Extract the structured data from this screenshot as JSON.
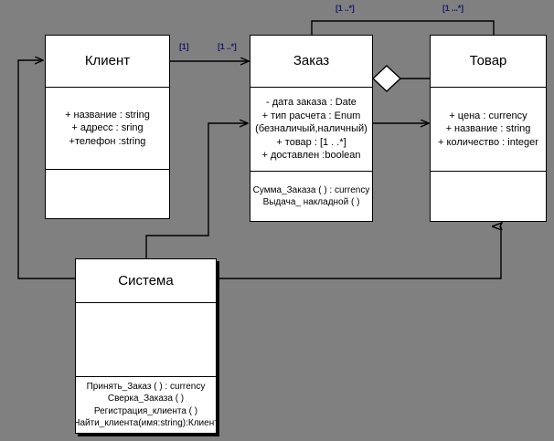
{
  "diagram": {
    "title": "UML Class Diagram",
    "background_color": "#808080",
    "line_color": "#000000",
    "box_fill": "#ffffff",
    "multiplicity_color": "#1a1a6e"
  },
  "classes": {
    "client": {
      "name": "Клиент",
      "attributes": [
        "+ название : string",
        "+ адресс : sring",
        "+телефон :string"
      ],
      "operations": []
    },
    "order": {
      "name": "Заказ",
      "attributes": [
        "- дата заказа : Date",
        "+ тип расчета : Enum",
        "(безналичый,наличный)",
        "+ товар : [1 . .*]",
        "+ доставлен :boolean"
      ],
      "operations": [
        "Сумма_Заказа ( ) : currency",
        "Выдача_ накладной ( )"
      ]
    },
    "product": {
      "name": "Товар",
      "attributes": [
        "+ цена : currency",
        "+ название : string",
        "+ количество : integer"
      ],
      "operations": []
    },
    "system": {
      "name": "Система",
      "attributes": [],
      "operations": [
        "Принять_Заказ ( ) : currency",
        "Сверка_Заказа ( )",
        "Регистрация_клиента ( )",
        "Найти_клиента(имя:string):Клиент"
      ]
    }
  },
  "multiplicities": {
    "client_to_order_source": "[1]",
    "client_to_order_target": "[1 ..*]",
    "order_top_left": "[1 ..*]",
    "product_top_right": "[1 ...*]"
  },
  "relationships": [
    {
      "name": "client-order-association",
      "from": "Клиент",
      "to": "Заказ",
      "type": "directed-association",
      "source_multiplicity": "[1]",
      "target_multiplicity": "[1 ..*]"
    },
    {
      "name": "order-product-aggregation",
      "from": "Заказ",
      "to": "Товар",
      "type": "aggregation",
      "decoration": "hollow-diamond"
    },
    {
      "name": "order-product-top-link",
      "from": "Заказ",
      "to": "Товар",
      "type": "association",
      "source_multiplicity": "[1 ..*]",
      "target_multiplicity": "[1 ...*]"
    },
    {
      "name": "order-product-association",
      "from": "Заказ",
      "to": "Товар",
      "type": "directed-association"
    },
    {
      "name": "system-order-association",
      "from": "Система",
      "to": "Заказ",
      "type": "directed-association"
    },
    {
      "name": "system-client-association",
      "from": "Система",
      "to": "Клиент",
      "type": "directed-association"
    },
    {
      "name": "system-product-association",
      "from": "Система",
      "to": "Товар",
      "type": "directed-association"
    }
  ]
}
